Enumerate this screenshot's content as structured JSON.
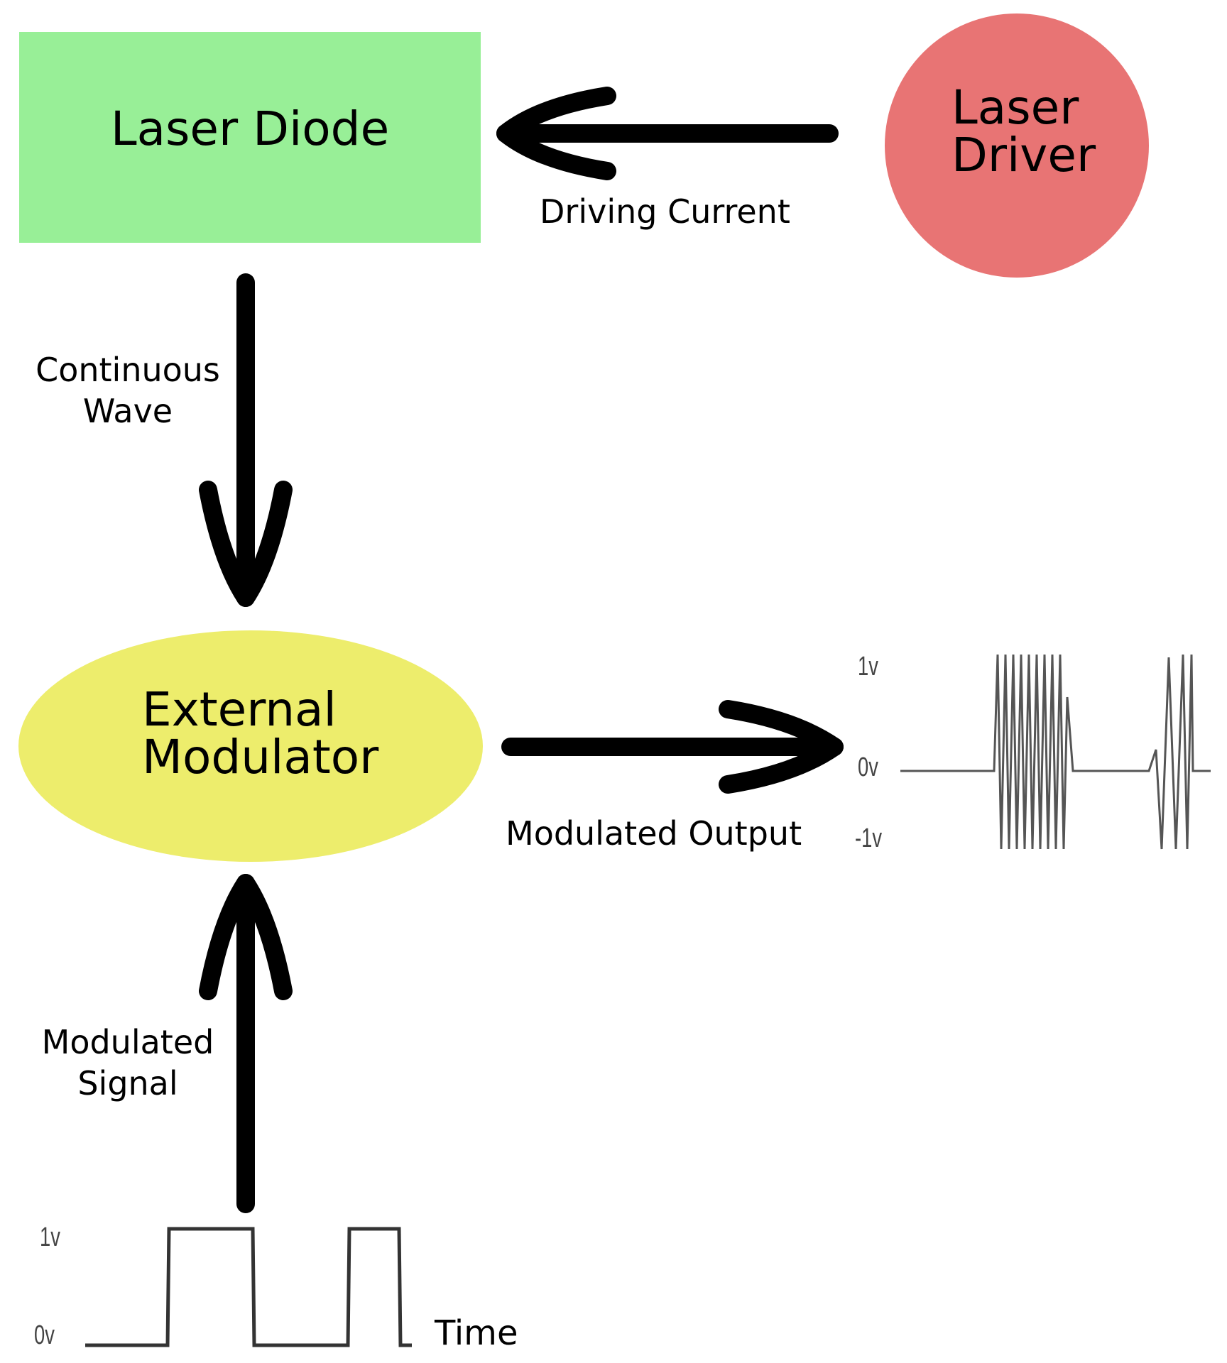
{
  "nodes": {
    "laser_diode": {
      "label": "Laser Diode",
      "color": "#98ef97"
    },
    "laser_driver": {
      "label_line1": "Laser",
      "label_line2": "Driver",
      "color": "#e87474"
    },
    "external_modulator": {
      "label_line1": "External",
      "label_line2": "Modulator",
      "color": "#eded6c"
    }
  },
  "edges": {
    "driving_current": {
      "label": "Driving Current"
    },
    "continuous_wave": {
      "label_line1": "Continuous",
      "label_line2": "Wave"
    },
    "modulated_output": {
      "label": "Modulated Output"
    },
    "modulated_signal": {
      "label_line1": "Modulated",
      "label_line2": "Signal"
    }
  },
  "output_waveform": {
    "ticks": {
      "top": "1v",
      "mid": "0v",
      "bottom": "-1v"
    }
  },
  "input_waveform": {
    "ticks": {
      "top": "1v",
      "bottom": "0v"
    },
    "axis_label": "Time"
  },
  "colors": {
    "arrow": "#000000",
    "waveform": "#555555"
  }
}
